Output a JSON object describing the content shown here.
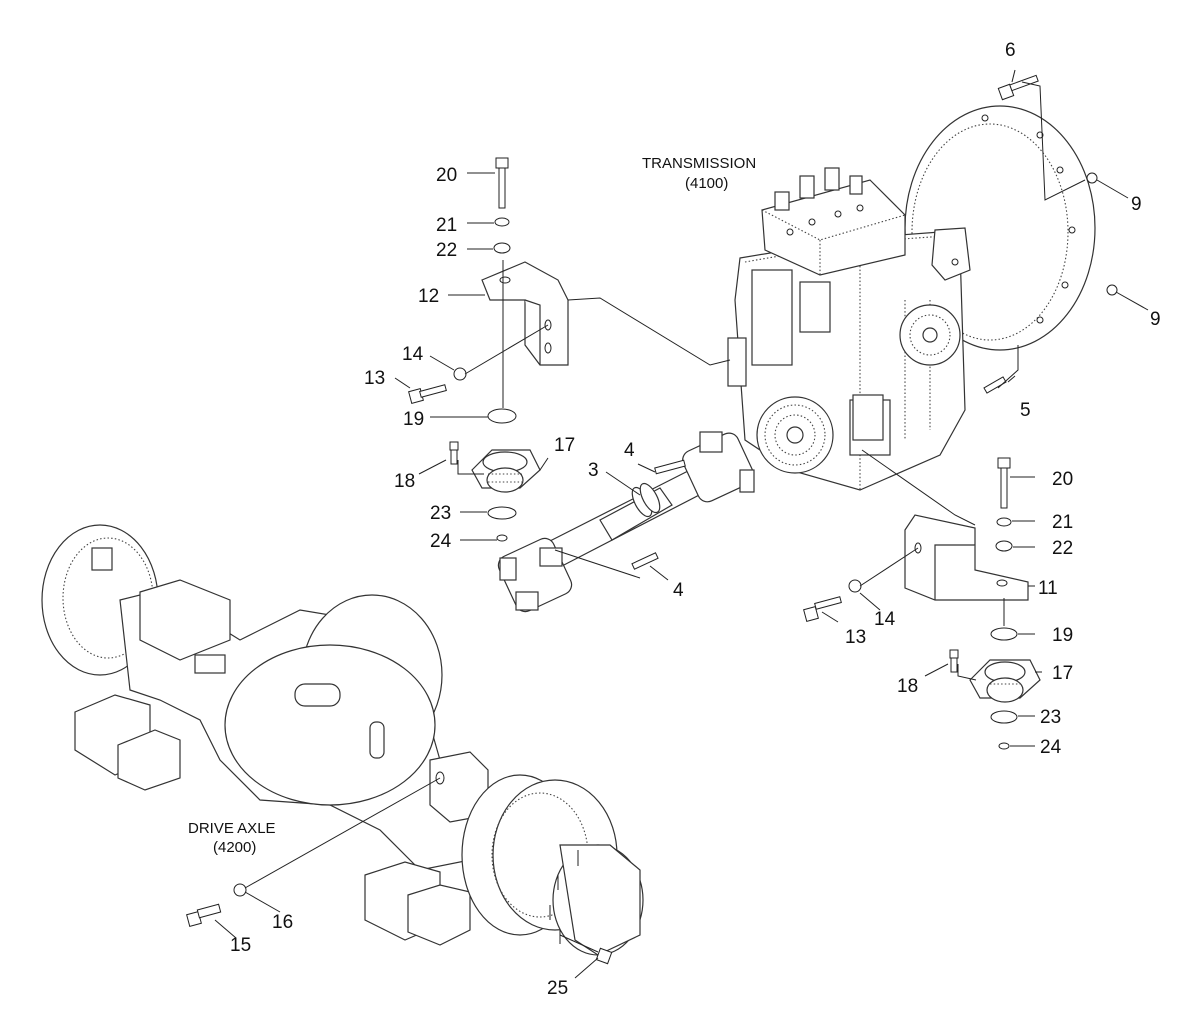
{
  "captions": {
    "transmission_name": "TRANSMISSION",
    "transmission_code": "(4100)",
    "axle_name": "DRIVE AXLE",
    "axle_code": "(4200)"
  },
  "callouts": {
    "c3": "3",
    "c4a": "4",
    "c4b": "4",
    "c5": "5",
    "c6": "6",
    "c9a": "9",
    "c9b": "9",
    "c11": "11",
    "c12": "12",
    "c13a": "13",
    "c13b": "13",
    "c14a": "14",
    "c14b": "14",
    "c15": "15",
    "c16": "16",
    "c17a": "17",
    "c17b": "17",
    "c18a": "18",
    "c18b": "18",
    "c19a": "19",
    "c19b": "19",
    "c20a": "20",
    "c20b": "20",
    "c21a": "21",
    "c21b": "21",
    "c22a": "22",
    "c22b": "22",
    "c23a": "23",
    "c23b": "23",
    "c24a": "24",
    "c24b": "24",
    "c25": "25"
  }
}
